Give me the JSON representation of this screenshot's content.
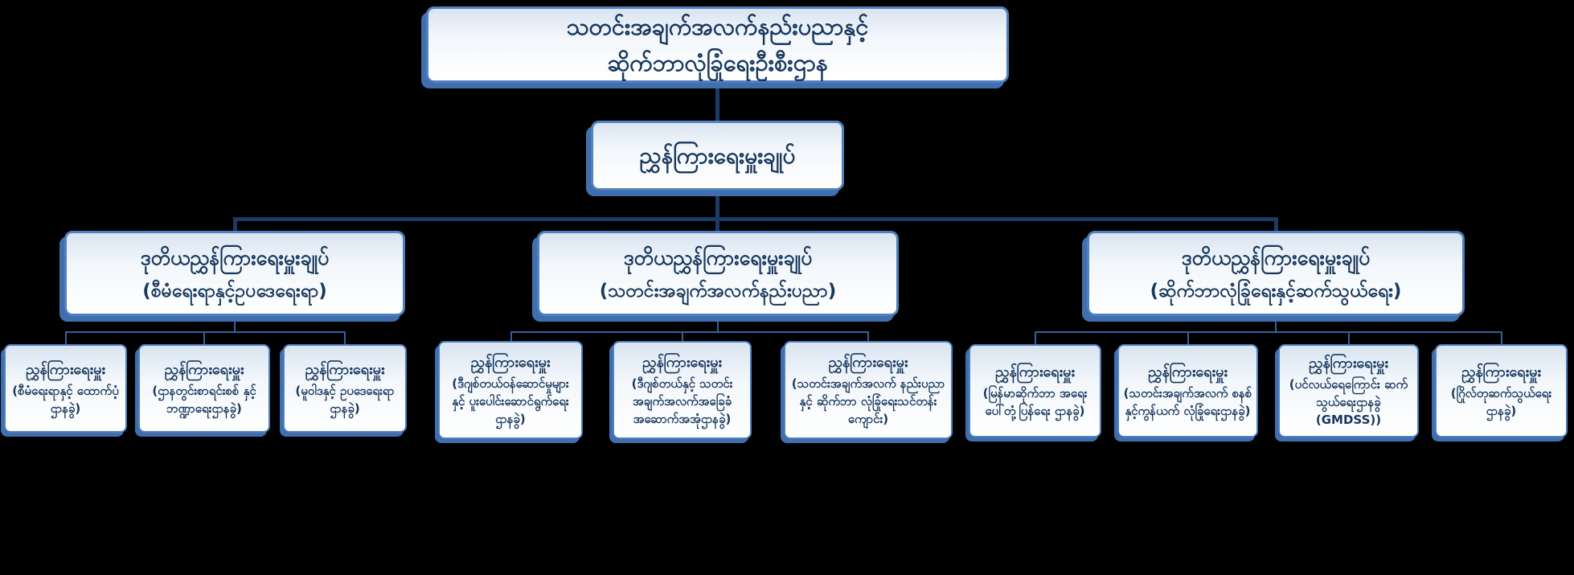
{
  "colors": {
    "bg": "#000000",
    "box-border": "#4f81bd",
    "box-shadow": "#3f6fae",
    "line-dark": "#1b3a66",
    "line-light": "#36609c",
    "text": "#17375d"
  },
  "chart": {
    "root": {
      "line1": "သတင်းအချက်အလက်နည်းပညာနှင့်",
      "line2": "ဆိုက်ဘာလုံခြုံရေးဦးစီးဌာန"
    },
    "dg": {
      "title": "ညွှန်ကြားရေးမှူးချုပ်"
    },
    "deputies": [
      {
        "title": "ဒုတိယညွှန်ကြားရေးမှူးချုပ်",
        "subtitle": "(စီမံရေးရာနှင့်ဥပဒေရေးရာ)"
      },
      {
        "title": "ဒုတိယညွှန်ကြားရေးမှူးချုပ်",
        "subtitle": "(သတင်းအချက်အလက်နည်းပညာ)"
      },
      {
        "title": "ဒုတိယညွှန်ကြားရေးမှူးချုပ်",
        "subtitle": "(ဆိုက်ဘာလုံခြုံရေးနှင့်ဆက်သွယ်ရေး)"
      }
    ],
    "directors": [
      {
        "title": "ညွှန်ကြားရေးမှူး",
        "subtitle": "(စီမံရေးရာနှင့် ထောက်ပံ့ဌာနခွဲ)"
      },
      {
        "title": "ညွှန်ကြားရေးမှူး",
        "subtitle": "(ဌာနတွင်းစာရင်းစစ် နှင့် ဘဏ္ဍာရေးဌာနခွဲ)"
      },
      {
        "title": "ညွှန်ကြားရေးမှူး",
        "subtitle": "(မူဝါဒနှင့် ဥပဒေရေးရာဌာနခွဲ)"
      },
      {
        "title": "ညွှန်ကြားရေးမှူး",
        "subtitle": "(ဒီဂျစ်တယ်ဝန်ဆောင်မှုများ နှင့် ပူးပေါင်းဆောင်ရွက်ရေး ဌာနခွဲ)"
      },
      {
        "title": "ညွှန်ကြားရေးမှူး",
        "subtitle": "(ဒီဂျစ်တယ်နှင့် သတင်း အချက်အလက်အခြေခံ အဆောက်အအုံဌာနခွဲ)"
      },
      {
        "title": "ညွှန်ကြားရေးမှူး",
        "subtitle": "(သတင်းအချက်အလက် နည်းပညာနှင့် ဆိုက်ဘာ လုံခြုံရေးသင်တန်းကျောင်း)"
      },
      {
        "title": "ညွှန်ကြားရေးမှူး",
        "subtitle": "(မြန်မာဆိုက်ဘာ အရေးပေါ်တုံ့ပြန်ရေး ဌာနခွဲ)"
      },
      {
        "title": "ညွှန်ကြားရေးမှူး",
        "subtitle": "(သတင်းအချက်အလက် စနစ်နှင့်ကွန်ယက် လုံခြုံရေးဌာနခွဲ)"
      },
      {
        "title": "ညွှန်ကြားရေးမှူး",
        "subtitle": "(ပင်လယ်ရေကြောင်း ဆက်သွယ်ရေးဌာနခွဲ (GMDSS))"
      },
      {
        "title": "ညွှန်ကြားရေးမှူး",
        "subtitle": "(ဂြိုလ်တုဆက်သွယ်ရေး ဌာနခွဲ)"
      }
    ]
  }
}
